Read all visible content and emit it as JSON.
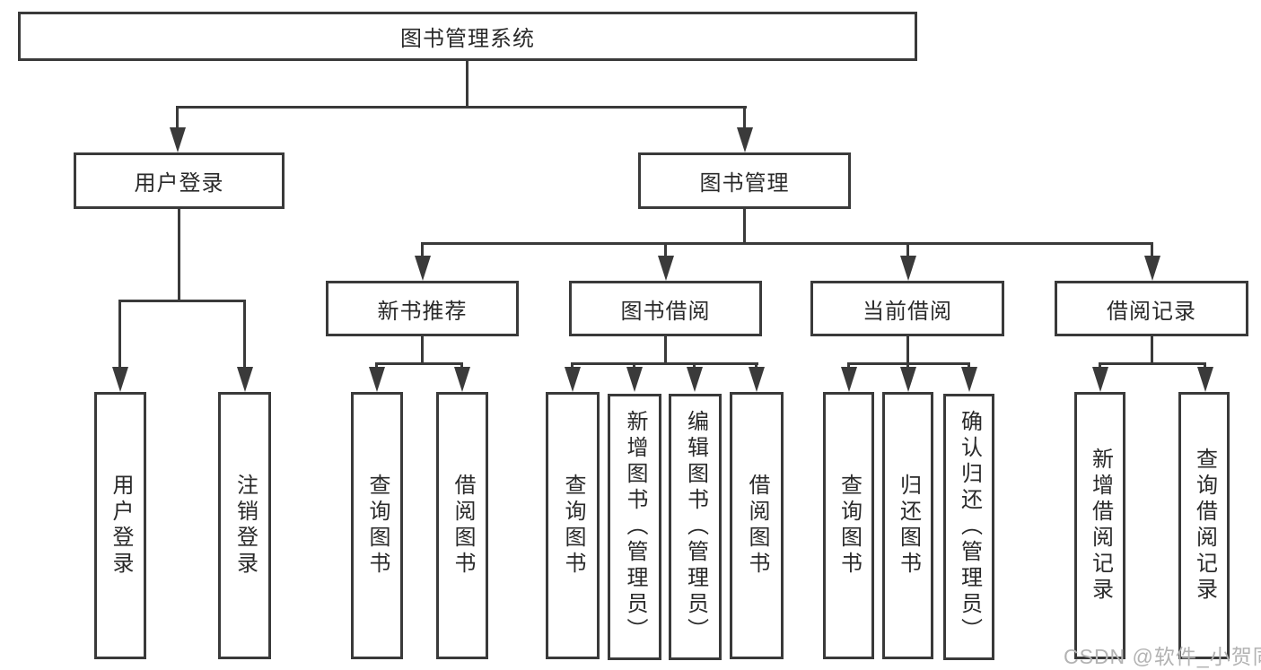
{
  "watermark": "CSDN @软件_小贺同学",
  "colors": {
    "line": "#3a3a3a",
    "box_border": "#3a3a3a",
    "text": "#2a2a2a",
    "watermark": "#b3b3b3",
    "background": "#ffffff"
  },
  "tree": {
    "root": {
      "label": "图书管理系统",
      "children": [
        {
          "label": "用户登录",
          "children": [
            {
              "label": "用户登录"
            },
            {
              "label": "注销登录"
            }
          ]
        },
        {
          "label": "图书管理",
          "children": [
            {
              "label": "新书推荐",
              "children": [
                {
                  "label": "查询图书"
                },
                {
                  "label": "借阅图书"
                }
              ]
            },
            {
              "label": "图书借阅",
              "children": [
                {
                  "label": "查询图书"
                },
                {
                  "label": "新增图书（管理员）"
                },
                {
                  "label": "编辑图书（管理员）"
                },
                {
                  "label": "借阅图书"
                }
              ]
            },
            {
              "label": "当前借阅",
              "children": [
                {
                  "label": "查询图书"
                },
                {
                  "label": "归还图书"
                },
                {
                  "label": "确认归还（管理员）"
                }
              ]
            },
            {
              "label": "借阅记录",
              "children": [
                {
                  "label": "新增借阅记录"
                },
                {
                  "label": "查询借阅记录"
                }
              ]
            }
          ]
        }
      ]
    }
  }
}
